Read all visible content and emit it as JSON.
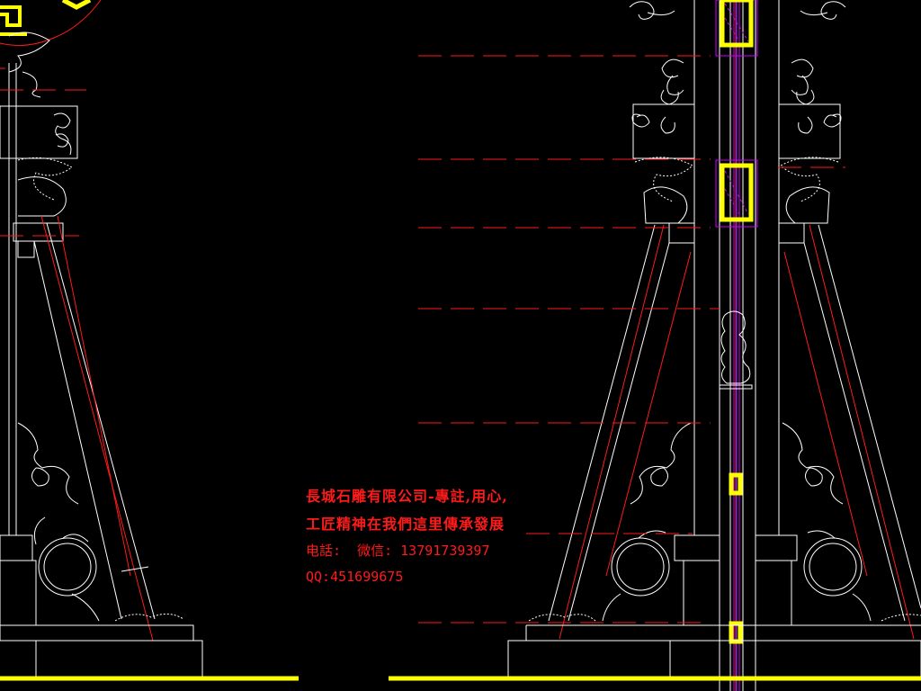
{
  "drawing": {
    "background": "#000000",
    "colors": {
      "outline": "#ffffff",
      "centerline": "#ff1a1a",
      "highlight": "#ffff00",
      "accent": "#d000ff"
    }
  },
  "annotation": {
    "line_1": "長城石雕有限公司-專註,用心,",
    "line_2": "工匠精神在我們這里傳承發展",
    "line_3": "电話:  微信: 13791739397",
    "line_4": "QQ:451699675"
  }
}
